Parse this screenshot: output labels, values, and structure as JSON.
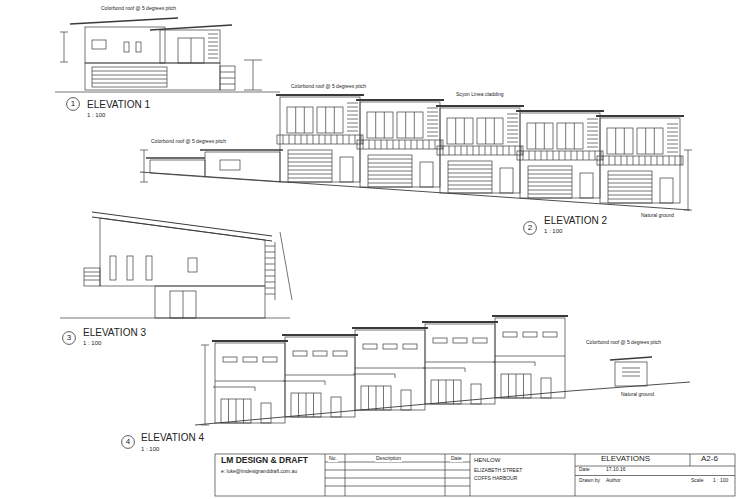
{
  "diagram": {
    "nodes": [
      {
        "text": [
          "1"
        ]
      },
      {
        "text": [
          "2"
        ]
      },
      {
        "text": [
          "3"
        ]
      },
      {
        "text": [
          "4"
        ]
      }
    ],
    "labels": [
      "ELEVATION 1",
      "1 : 100",
      "ELEVATION 2",
      "1 : 100",
      "ELEVATION 3",
      "1 : 100",
      "ELEVATION 4",
      "1 : 100",
      "LM DESIGN & DRAFT",
      "e: luke@lmdesignanddraft.com.au",
      "No.",
      "Description",
      "Date",
      "HENLOW",
      "ELIZABETH STREET",
      "COFFS HARBOUR",
      "ELEVATIONS",
      "A2-6",
      "Date",
      "17.10.16",
      "Drawn by",
      "Author",
      "Scale",
      "1 : 100",
      "Colorbond roof @ 5 degrees pitch",
      "Colorbond roof @ 5 degrees pitch",
      "Scyon Linea cladding",
      "Colorbond roof @ 5 degrees pitch",
      "Natural ground",
      "Colorbond roof @ 5 degrees pitch",
      "Natural ground"
    ]
  }
}
